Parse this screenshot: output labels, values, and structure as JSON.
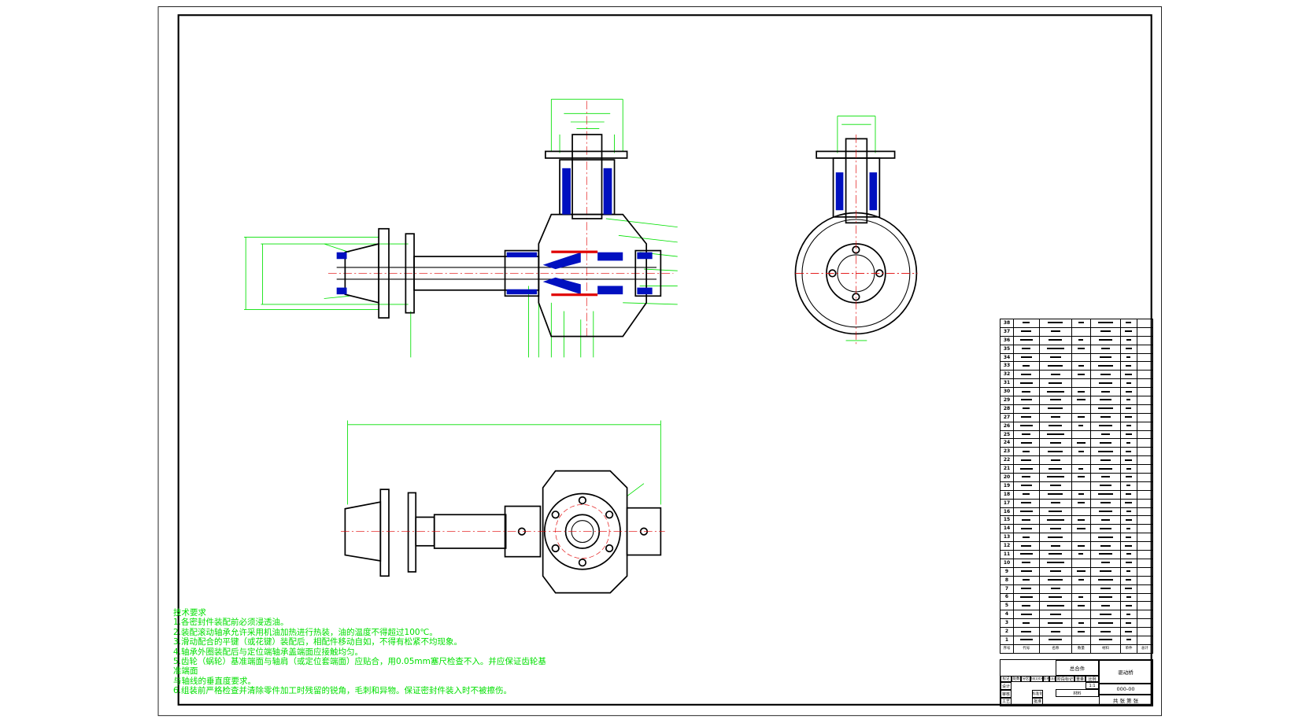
{
  "technical_requirements": {
    "title": "技术要求",
    "items": [
      "1.各密封件装配前必须浸透油。",
      "2.装配滚动轴承允许采用机油加热进行热装，油的温度不得超过100℃。",
      "3.滑动配合的平键（或花键）装配后，相配件移动自如，不得有松紧不均现象。",
      "4.轴承外圈装配后与定位端轴承盖端面应接触均匀。",
      "5.齿轮（蜗轮）基准端面与轴肩（或定位套端面）应贴合，用0.05mm塞尺检查不入。并应保证齿轮基",
      "准端面",
      "与轴线的垂直度要求。",
      "6.组装前严格检查并清除零件加工时残留的锐角，毛刺和异物。保证密封件装入时不被擦伤。"
    ]
  },
  "parts_list": {
    "item_numbers": [
      "38",
      "37",
      "36",
      "35",
      "34",
      "33",
      "32",
      "31",
      "30",
      "29",
      "28",
      "27",
      "26",
      "25",
      "24",
      "23",
      "22",
      "21",
      "20",
      "19",
      "18",
      "17",
      "16",
      "15",
      "14",
      "13",
      "12",
      "11",
      "10",
      "9",
      "8",
      "7",
      "6",
      "5",
      "4",
      "3",
      "2",
      "1"
    ],
    "header": [
      "序号",
      "代号",
      "名称",
      "数量",
      "材料",
      "单件",
      "总计",
      "备注"
    ]
  },
  "title_block": {
    "assembly": "总合件",
    "drawing_name": "驱动桥",
    "drawing_code": "000-00",
    "revision_labels": [
      "标记",
      "处数",
      "分区",
      "更改文件号",
      "签名",
      "年月日"
    ],
    "role_labels": [
      "设计",
      "审核",
      "工艺"
    ],
    "std_labels": [
      "标准化",
      "批准"
    ],
    "stage_label": "阶段标记",
    "weight_label": "重量",
    "scale_label": "比例",
    "scale": "1:1",
    "sheet": "共 张 第 张",
    "material_label": "材料"
  },
  "colors": {
    "dimension": "#00e000",
    "section_fill": "#0010c0",
    "center_line": "#e00000",
    "outline": "#000000"
  }
}
